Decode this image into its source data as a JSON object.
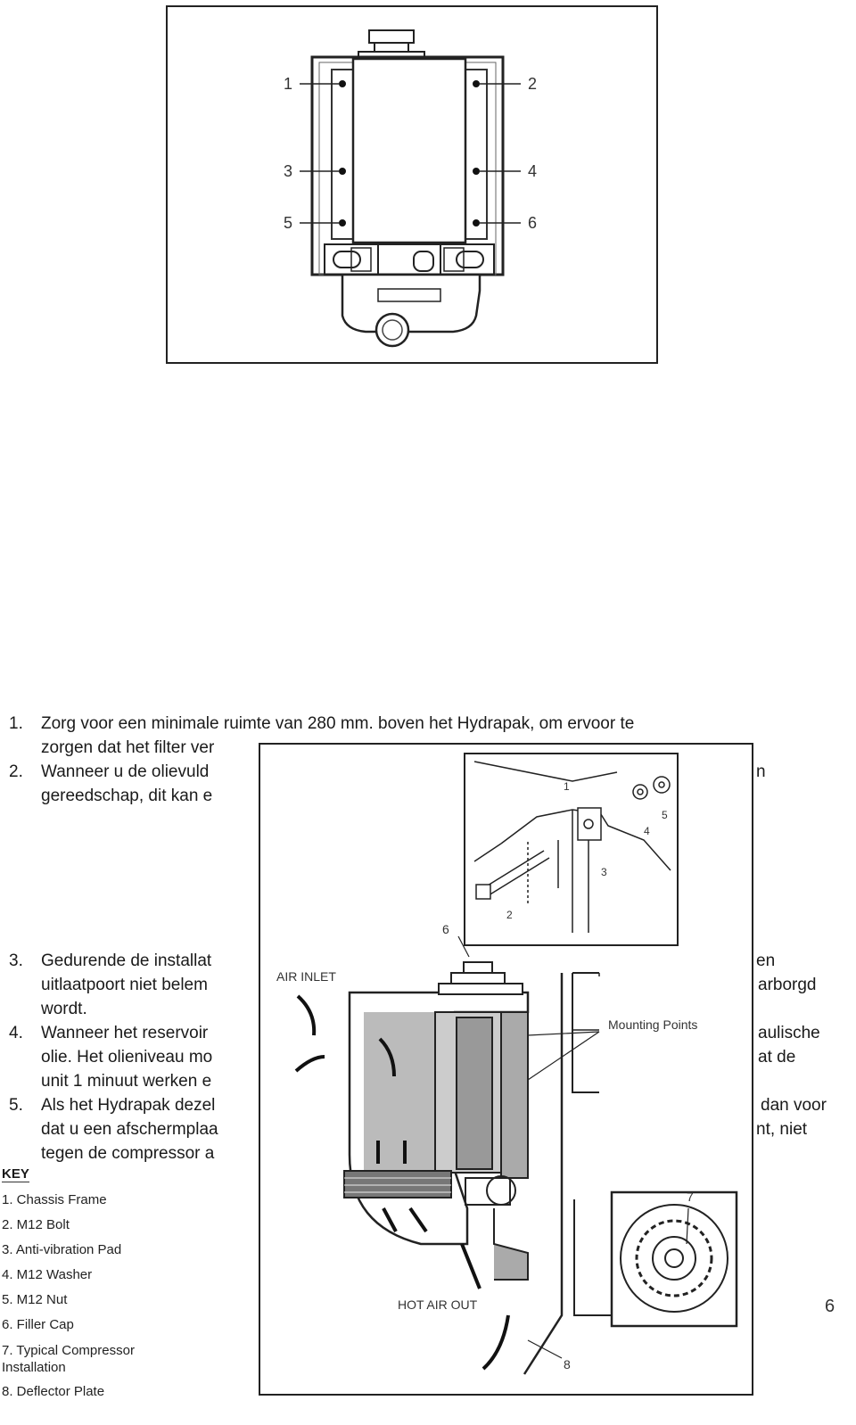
{
  "figure_top": {
    "callouts": [
      "1",
      "2",
      "3",
      "4",
      "5",
      "6"
    ]
  },
  "instructions": [
    {
      "num": "1.",
      "lines": [
        "Zorg voor een minimale ruimte van 280 mm. boven het Hydrapak, om ervoor te",
        "zorgen dat het filter ver"
      ]
    },
    {
      "num": "2.",
      "lines": [
        "Wanneer u de olievuld",
        "gereedschap, dit kan e"
      ],
      "tail": [
        "n"
      ]
    },
    {
      "num": "3.",
      "lines": [
        "Gedurende de installat",
        "uitlaatpoort niet belem",
        "wordt."
      ],
      "tail": [
        "en",
        "arborgd"
      ]
    },
    {
      "num": "4.",
      "lines": [
        "Wanneer het reservoir",
        "olie. Het olieniveau mo",
        "unit 1 minuut werken e"
      ],
      "tail": [
        "aulische",
        "at de"
      ]
    },
    {
      "num": "5.",
      "lines": [
        "Als het Hydrapak dezel",
        "dat u een afschermplaa",
        "tegen de compressor a"
      ],
      "tail": [
        "dan voor",
        "nt, niet"
      ]
    }
  ],
  "figure_overlay": {
    "labels": {
      "air_inlet": "AIR INLET",
      "mounting_points": "Mounting Points",
      "hot_air_out": "HOT AIR OUT"
    },
    "callouts": [
      "1",
      "2",
      "3",
      "4",
      "5",
      "6",
      "7",
      "8"
    ]
  },
  "key": {
    "title": "KEY",
    "items": [
      "1. Chassis Frame",
      "2. M12 Bolt",
      "3. Anti-vibration Pad",
      "4. M12 Washer",
      "5. M12 Nut",
      "6. Filler Cap",
      "7. Typical Compressor Installation",
      "8. Deflector Plate"
    ]
  },
  "page_number": "6"
}
